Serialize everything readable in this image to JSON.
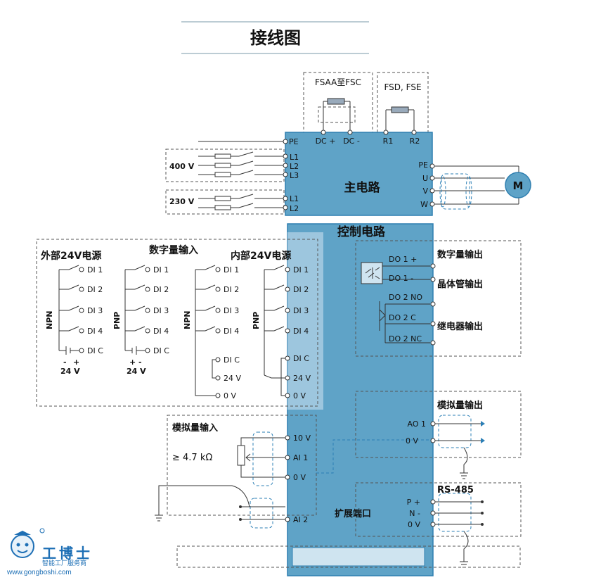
{
  "title": "接线图",
  "brake": {
    "fsaa": "FSAA至FSC",
    "fsd": "FSD, FSE",
    "dc_plus": "DC +",
    "dc_minus": "DC -",
    "r1": "R1",
    "r2": "R2"
  },
  "main_circuit": {
    "label": "主电路",
    "pe_in": "PE",
    "l1": "L1",
    "l2": "L2",
    "l3": "L3",
    "l1b": "L1",
    "l2b": "L2",
    "v400": "400 V",
    "v230": "230 V",
    "pe_out": "PE",
    "u": "U",
    "v": "V",
    "w": "W",
    "motor": "M"
  },
  "control_circuit": {
    "label": "控制电路"
  },
  "digital_input": {
    "ext_24v": "外部24V电源",
    "digital_input": "数字量输入",
    "int_24v": "内部24V电源",
    "npn": "NPN",
    "pnp": "PNP",
    "di1": "DI 1",
    "di2": "DI 2",
    "di3": "DI 3",
    "di4": "DI 4",
    "dic": "DI C",
    "v24": "24 V",
    "v0": "0 V",
    "minus": "-",
    "plus": "+",
    "minus_plus": "+  -"
  },
  "digital_output": {
    "label": "数字量输出",
    "transistor": "晶体管输出",
    "relay": "继电器输出",
    "do1p": "DO 1 +",
    "do1m": "DO 1 -",
    "do2no": "DO 2 NO",
    "do2c": "DO 2 C",
    "do2nc": "DO 2 NC"
  },
  "analog_input": {
    "label": "模拟量输入",
    "resistance": "≥ 4.7 kΩ",
    "v10": "10 V",
    "ai1": "AI 1",
    "v0": "0 V",
    "ai2": "AI 2"
  },
  "analog_output": {
    "label": "模拟量输出",
    "ao1": "AO 1",
    "v0": "0 V"
  },
  "rs485": {
    "label": "RS-485",
    "expansion": "扩展端口",
    "p": "P +",
    "n": "N -",
    "v0": "0 V"
  },
  "watermark": {
    "name": "工博士",
    "sub": "智能工厂服务商",
    "url": "www.gongboshi.com"
  },
  "colors": {
    "panel": "#5fa3c7",
    "panel_dark": "#2f7fb0",
    "panel_light": "#cfe4f0",
    "accent": "#1d6fb5"
  }
}
